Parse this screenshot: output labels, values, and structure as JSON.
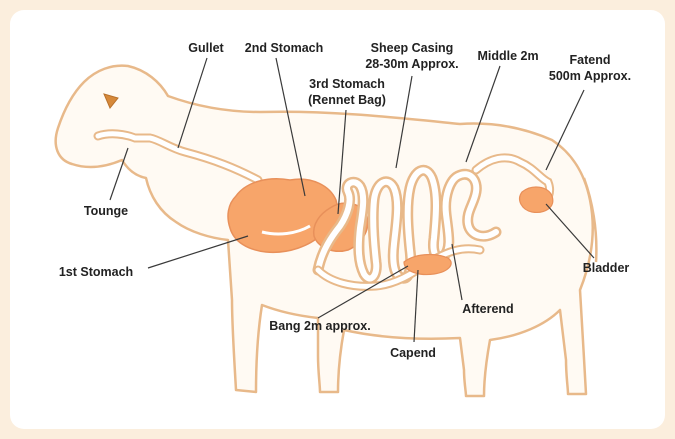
{
  "labels": {
    "gullet": "Gullet",
    "second_stomach": "2nd Stomach",
    "sheep_casing_1": "Sheep Casing",
    "sheep_casing_2": "28-30m Approx.",
    "third_stomach_1": "3rd Stomach",
    "third_stomach_2": "(Rennet Bag)",
    "middle": "Middle 2m",
    "fatend_1": "Fatend",
    "fatend_2": "500m Approx.",
    "tounge": "Tounge",
    "first_stomach": "1st Stomach",
    "bladder": "Bladder",
    "bang": "Bang 2m approx.",
    "afterend": "Afterend",
    "capend": "Capend"
  },
  "colors": {
    "page_background": "#fbeedd",
    "card_background": "#ffffff",
    "organ_fill": "#f7a56a",
    "outline": "#e8b98a",
    "text": "#222222"
  }
}
